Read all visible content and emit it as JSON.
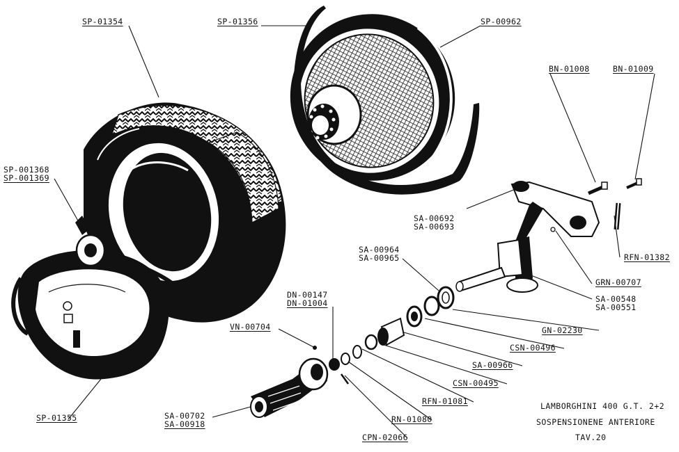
{
  "labels": {
    "sp_01354": "SP-01354",
    "sp_01356": "SP-01356",
    "sp_00962": "SP-00962",
    "bn_01008": "BN-01008",
    "bn_01009": "BN-01009",
    "sp_001368": "SP-001368",
    "sp_001369": "SP-001369",
    "sa_00692": "SA-00692",
    "sa_00693": "SA-00693",
    "rfn_01382": "RFN-01382",
    "sa_00964": "SA-00964",
    "sa_00965": "SA-00965",
    "grn_00707": "GRN-00707",
    "sa_00548": "SA-00548",
    "sa_00551": "SA-00551",
    "dn_00147": "DN-00147",
    "dn_01004": "DN-01004",
    "gn_02230": "GN-02230",
    "vn_00704": "VN-00704",
    "csn_00496": "CSN-00496",
    "sa_00966": "SA-00966",
    "csn_00495": "CSN-00495",
    "rfn_01081": "RFN-01081",
    "rn_01080": "RN-01080",
    "sa_00702": "SA-00702",
    "sa_00918": "SA-00918",
    "cpn_02066": "CPN-02066",
    "sp_01355": "SP-01355"
  },
  "title_block": {
    "line1": "LAMBORGHINI 400 G.T. 2+2",
    "line2": "SOSPENSIONENE ANTERIORE",
    "line3": "TAV.20"
  }
}
